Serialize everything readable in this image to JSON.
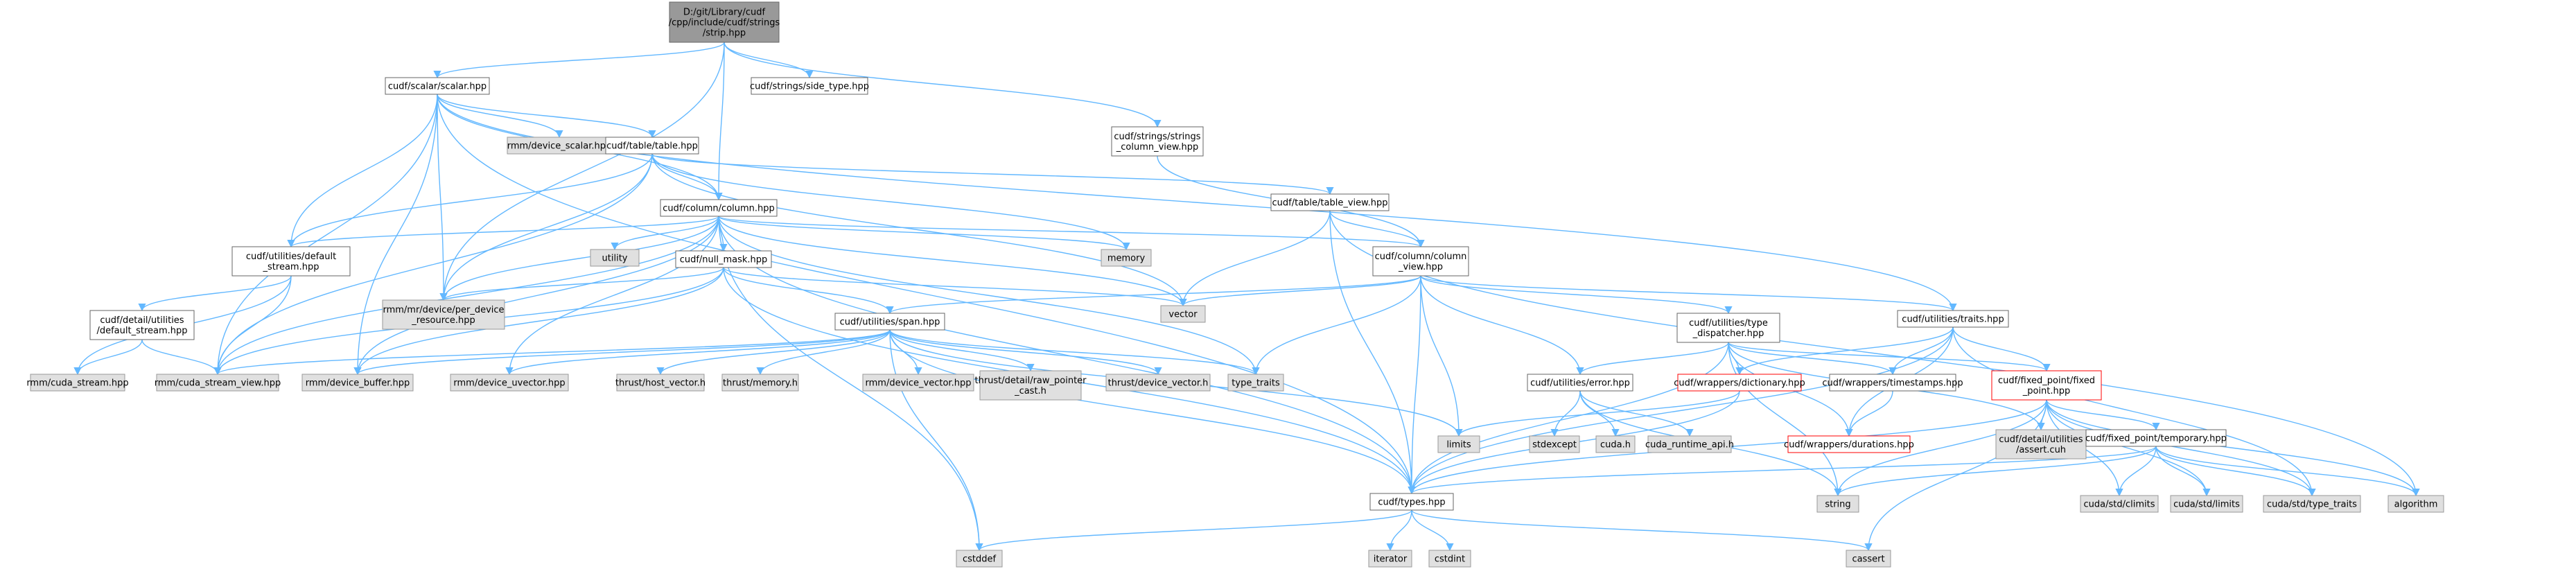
{
  "colors": {
    "root_fill": "#999999",
    "doc_fill": "#ffffff",
    "doc_border": "#666666",
    "ext_fill": "#e0e0e0",
    "ext_border": "#999999",
    "missing_border": "#ff0000",
    "edge": "#63b8ff",
    "arrow": "#63b8ff",
    "text": "#000000"
  },
  "nodes": [
    {
      "id": "root",
      "kind": "root",
      "lines": [
        "D:/git/Library/cudf",
        "/cpp/include/cudf/strings",
        "/strip.hpp"
      ]
    },
    {
      "id": "scalar",
      "kind": "doc",
      "lines": [
        "cudf/scalar/scalar.hpp"
      ]
    },
    {
      "id": "side_type",
      "kind": "doc",
      "lines": [
        "cudf/strings/side_type.hpp"
      ]
    },
    {
      "id": "strings_column_view",
      "kind": "doc",
      "lines": [
        "cudf/strings/strings",
        "_column_view.hpp"
      ]
    },
    {
      "id": "device_scalar",
      "kind": "ext",
      "lines": [
        "rmm/device_scalar.hpp"
      ]
    },
    {
      "id": "table",
      "kind": "doc",
      "lines": [
        "cudf/table/table.hpp"
      ]
    },
    {
      "id": "column",
      "kind": "doc",
      "lines": [
        "cudf/column/column.hpp"
      ]
    },
    {
      "id": "table_view",
      "kind": "doc",
      "lines": [
        "cudf/table/table_view.hpp"
      ]
    },
    {
      "id": "default_stream",
      "kind": "doc",
      "lines": [
        "cudf/utilities/default",
        "_stream.hpp"
      ]
    },
    {
      "id": "utility",
      "kind": "ext",
      "lines": [
        "utility"
      ]
    },
    {
      "id": "null_mask",
      "kind": "doc",
      "lines": [
        "cudf/null_mask.hpp"
      ]
    },
    {
      "id": "memory",
      "kind": "ext",
      "lines": [
        "memory"
      ]
    },
    {
      "id": "column_view",
      "kind": "doc",
      "lines": [
        "cudf/column/column",
        "_view.hpp"
      ]
    },
    {
      "id": "detail_default_stream",
      "kind": "doc",
      "lines": [
        "cudf/detail/utilities",
        "/default_stream.hpp"
      ]
    },
    {
      "id": "per_device_resource",
      "kind": "ext",
      "lines": [
        "rmm/mr/device/per_device",
        "_resource.hpp"
      ]
    },
    {
      "id": "vector",
      "kind": "ext",
      "lines": [
        "vector"
      ]
    },
    {
      "id": "span",
      "kind": "doc",
      "lines": [
        "cudf/utilities/span.hpp"
      ]
    },
    {
      "id": "type_dispatcher",
      "kind": "doc",
      "lines": [
        "cudf/utilities/type",
        "_dispatcher.hpp"
      ]
    },
    {
      "id": "traits",
      "kind": "doc",
      "lines": [
        "cudf/utilities/traits.hpp"
      ]
    },
    {
      "id": "cuda_stream",
      "kind": "ext",
      "lines": [
        "rmm/cuda_stream.hpp"
      ]
    },
    {
      "id": "cuda_stream_view",
      "kind": "ext",
      "lines": [
        "rmm/cuda_stream_view.hpp"
      ]
    },
    {
      "id": "device_buffer",
      "kind": "ext",
      "lines": [
        "rmm/device_buffer.hpp"
      ]
    },
    {
      "id": "device_uvector",
      "kind": "ext",
      "lines": [
        "rmm/device_uvector.hpp"
      ]
    },
    {
      "id": "host_vector",
      "kind": "ext",
      "lines": [
        "thrust/host_vector.h"
      ]
    },
    {
      "id": "thrust_memory",
      "kind": "ext",
      "lines": [
        "thrust/memory.h"
      ]
    },
    {
      "id": "device_vector_hpp",
      "kind": "ext",
      "lines": [
        "rmm/device_vector.hpp"
      ]
    },
    {
      "id": "raw_pointer_cast",
      "kind": "ext",
      "lines": [
        "thrust/detail/raw_pointer",
        "_cast.h"
      ]
    },
    {
      "id": "thrust_device_vector",
      "kind": "ext",
      "lines": [
        "thrust/device_vector.h"
      ]
    },
    {
      "id": "type_traits",
      "kind": "ext",
      "lines": [
        "type_traits"
      ]
    },
    {
      "id": "error",
      "kind": "doc",
      "lines": [
        "cudf/utilities/error.hpp"
      ]
    },
    {
      "id": "dictionary",
      "kind": "missing",
      "lines": [
        "cudf/wrappers/dictionary.hpp"
      ]
    },
    {
      "id": "timestamps",
      "kind": "doc",
      "lines": [
        "cudf/wrappers/timestamps.hpp"
      ]
    },
    {
      "id": "fixed_point",
      "kind": "missing",
      "lines": [
        "cudf/fixed_point/fixed",
        "_point.hpp"
      ]
    },
    {
      "id": "limits",
      "kind": "ext",
      "lines": [
        "limits"
      ]
    },
    {
      "id": "stdexcept",
      "kind": "ext",
      "lines": [
        "stdexcept"
      ]
    },
    {
      "id": "cuda_h",
      "kind": "ext",
      "lines": [
        "cuda.h"
      ]
    },
    {
      "id": "cuda_runtime_api",
      "kind": "ext",
      "lines": [
        "cuda_runtime_api.h"
      ]
    },
    {
      "id": "durations",
      "kind": "missing",
      "lines": [
        "cudf/wrappers/durations.hpp"
      ]
    },
    {
      "id": "assert_cuh",
      "kind": "ext",
      "lines": [
        "cudf/detail/utilities",
        "/assert.cuh"
      ]
    },
    {
      "id": "temporary",
      "kind": "doc",
      "lines": [
        "cudf/fixed_point/temporary.hpp"
      ]
    },
    {
      "id": "string",
      "kind": "ext",
      "lines": [
        "string"
      ]
    },
    {
      "id": "climits",
      "kind": "ext",
      "lines": [
        "cuda/std/climits"
      ]
    },
    {
      "id": "cuda_std_limits",
      "kind": "ext",
      "lines": [
        "cuda/std/limits"
      ]
    },
    {
      "id": "cuda_type_traits",
      "kind": "ext",
      "lines": [
        "cuda/std/type_traits"
      ]
    },
    {
      "id": "algorithm",
      "kind": "ext",
      "lines": [
        "algorithm"
      ]
    },
    {
      "id": "types",
      "kind": "doc",
      "lines": [
        "cudf/types.hpp"
      ]
    },
    {
      "id": "cstddef",
      "kind": "ext",
      "lines": [
        "cstddef"
      ]
    },
    {
      "id": "iterator",
      "kind": "ext",
      "lines": [
        "iterator"
      ]
    },
    {
      "id": "cstdint",
      "kind": "ext",
      "lines": [
        "cstdint"
      ]
    },
    {
      "id": "cassert",
      "kind": "ext",
      "lines": [
        "cassert"
      ]
    }
  ],
  "edges": [
    [
      "root",
      "scalar"
    ],
    [
      "root",
      "side_type"
    ],
    [
      "root",
      "strings_column_view"
    ],
    [
      "root",
      "column"
    ],
    [
      "root",
      "per_device_resource"
    ],
    [
      "scalar",
      "device_scalar"
    ],
    [
      "scalar",
      "table"
    ],
    [
      "scalar",
      "column"
    ],
    [
      "scalar",
      "default_stream"
    ],
    [
      "scalar",
      "per_device_resource"
    ],
    [
      "scalar",
      "cuda_stream_view"
    ],
    [
      "scalar",
      "device_buffer"
    ],
    [
      "scalar",
      "traits"
    ],
    [
      "scalar",
      "types"
    ],
    [
      "strings_column_view",
      "column_view"
    ],
    [
      "table",
      "column"
    ],
    [
      "table",
      "table_view"
    ],
    [
      "table",
      "default_stream"
    ],
    [
      "table",
      "per_device_resource"
    ],
    [
      "table",
      "cuda_stream_view"
    ],
    [
      "table",
      "memory"
    ],
    [
      "table",
      "vector"
    ],
    [
      "column",
      "column_view"
    ],
    [
      "column",
      "default_stream"
    ],
    [
      "column",
      "null_mask"
    ],
    [
      "column",
      "utility"
    ],
    [
      "column",
      "memory"
    ],
    [
      "column",
      "vector"
    ],
    [
      "column",
      "per_device_resource"
    ],
    [
      "column",
      "cuda_stream_view"
    ],
    [
      "column",
      "device_buffer"
    ],
    [
      "column",
      "device_uvector"
    ],
    [
      "column",
      "type_traits"
    ],
    [
      "column",
      "types"
    ],
    [
      "column",
      "cstddef"
    ],
    [
      "table_view",
      "column_view"
    ],
    [
      "table_view",
      "vector"
    ],
    [
      "table_view",
      "types"
    ],
    [
      "table_view",
      "algorithm"
    ],
    [
      "default_stream",
      "detail_default_stream"
    ],
    [
      "default_stream",
      "cuda_stream"
    ],
    [
      "default_stream",
      "cuda_stream_view"
    ],
    [
      "detail_default_stream",
      "cuda_stream"
    ],
    [
      "detail_default_stream",
      "cuda_stream_view"
    ],
    [
      "null_mask",
      "per_device_resource"
    ],
    [
      "null_mask",
      "span"
    ],
    [
      "null_mask",
      "vector"
    ],
    [
      "null_mask",
      "types"
    ],
    [
      "null_mask",
      "cuda_stream_view"
    ],
    [
      "null_mask",
      "device_buffer"
    ],
    [
      "column_view",
      "span"
    ],
    [
      "column_view",
      "type_dispatcher"
    ],
    [
      "column_view",
      "traits"
    ],
    [
      "column_view",
      "error"
    ],
    [
      "column_view",
      "vector"
    ],
    [
      "column_view",
      "limits"
    ],
    [
      "column_view",
      "type_traits"
    ],
    [
      "column_view",
      "types"
    ],
    [
      "span",
      "cuda_stream_view"
    ],
    [
      "span",
      "device_buffer"
    ],
    [
      "span",
      "device_uvector"
    ],
    [
      "span",
      "host_vector"
    ],
    [
      "span",
      "thrust_memory"
    ],
    [
      "span",
      "device_vector_hpp"
    ],
    [
      "span",
      "raw_pointer_cast"
    ],
    [
      "span",
      "thrust_device_vector"
    ],
    [
      "span",
      "type_traits"
    ],
    [
      "span",
      "limits"
    ],
    [
      "span",
      "types"
    ],
    [
      "span",
      "cstddef"
    ],
    [
      "type_dispatcher",
      "error"
    ],
    [
      "type_dispatcher",
      "dictionary"
    ],
    [
      "type_dispatcher",
      "timestamps"
    ],
    [
      "type_dispatcher",
      "fixed_point"
    ],
    [
      "type_dispatcher",
      "durations"
    ],
    [
      "type_dispatcher",
      "assert_cuh"
    ],
    [
      "type_dispatcher",
      "string"
    ],
    [
      "type_dispatcher",
      "types"
    ],
    [
      "traits",
      "dictionary"
    ],
    [
      "traits",
      "timestamps"
    ],
    [
      "traits",
      "fixed_point"
    ],
    [
      "traits",
      "durations"
    ],
    [
      "traits",
      "types"
    ],
    [
      "traits",
      "cuda_type_traits"
    ],
    [
      "error",
      "stdexcept"
    ],
    [
      "error",
      "cuda_h"
    ],
    [
      "error",
      "cuda_runtime_api"
    ],
    [
      "error",
      "string"
    ],
    [
      "dictionary",
      "types"
    ],
    [
      "dictionary",
      "limits"
    ],
    [
      "timestamps",
      "durations"
    ],
    [
      "fixed_point",
      "assert_cuh"
    ],
    [
      "fixed_point",
      "temporary"
    ],
    [
      "fixed_point",
      "types"
    ],
    [
      "fixed_point",
      "climits"
    ],
    [
      "fixed_point",
      "cuda_std_limits"
    ],
    [
      "fixed_point",
      "cuda_type_traits"
    ],
    [
      "fixed_point",
      "algorithm"
    ],
    [
      "fixed_point",
      "cassert"
    ],
    [
      "fixed_point",
      "string"
    ],
    [
      "temporary",
      "types"
    ],
    [
      "temporary",
      "string"
    ],
    [
      "temporary",
      "climits"
    ],
    [
      "temporary",
      "cuda_std_limits"
    ],
    [
      "temporary",
      "cuda_type_traits"
    ],
    [
      "temporary",
      "algorithm"
    ],
    [
      "types",
      "cstddef"
    ],
    [
      "types",
      "iterator"
    ],
    [
      "types",
      "cstdint"
    ],
    [
      "types",
      "cassert"
    ]
  ]
}
